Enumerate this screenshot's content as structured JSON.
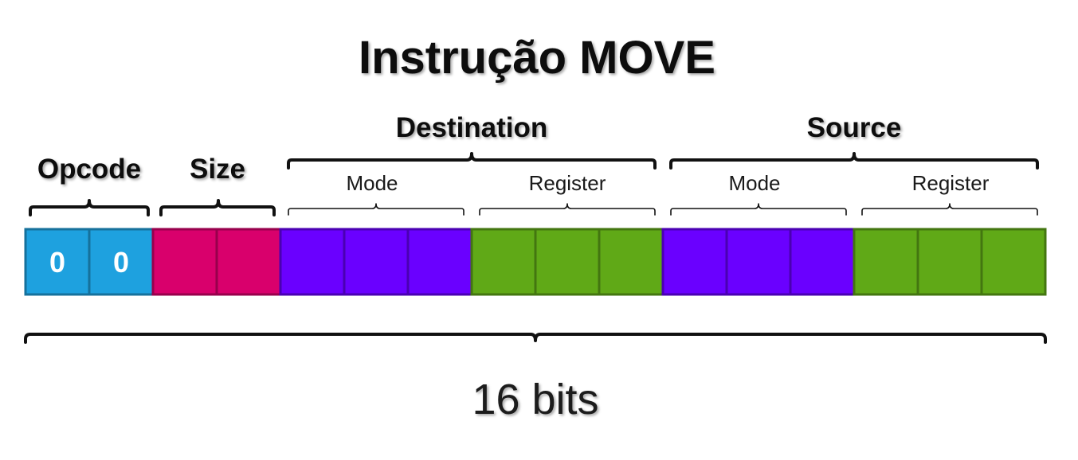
{
  "title": "Instrução MOVE",
  "groups": {
    "opcode": "Opcode",
    "size": "Size",
    "destination": "Destination",
    "source": "Source"
  },
  "subgroups": {
    "destination_mode": "Mode",
    "destination_register": "Register",
    "source_mode": "Mode",
    "source_register": "Register"
  },
  "bits": [
    {
      "field": "opcode",
      "value": "0",
      "color": "#1ea1df"
    },
    {
      "field": "opcode",
      "value": "0",
      "color": "#1ea1df"
    },
    {
      "field": "size",
      "value": "",
      "color": "#d9006c"
    },
    {
      "field": "size",
      "value": "",
      "color": "#d9006c"
    },
    {
      "field": "destination_mode",
      "value": "",
      "color": "#6a00ff"
    },
    {
      "field": "destination_mode",
      "value": "",
      "color": "#6a00ff"
    },
    {
      "field": "destination_mode",
      "value": "",
      "color": "#6a00ff"
    },
    {
      "field": "destination_register",
      "value": "",
      "color": "#60a917"
    },
    {
      "field": "destination_register",
      "value": "",
      "color": "#60a917"
    },
    {
      "field": "destination_register",
      "value": "",
      "color": "#60a917"
    },
    {
      "field": "source_mode",
      "value": "",
      "color": "#6a00ff"
    },
    {
      "field": "source_mode",
      "value": "",
      "color": "#6a00ff"
    },
    {
      "field": "source_mode",
      "value": "",
      "color": "#6a00ff"
    },
    {
      "field": "source_register",
      "value": "",
      "color": "#60a917"
    },
    {
      "field": "source_register",
      "value": "",
      "color": "#60a917"
    },
    {
      "field": "source_register",
      "value": "",
      "color": "#60a917"
    }
  ],
  "total_label": "16 bits",
  "colors": {
    "opcode": "#1ea1df",
    "size": "#d9006c",
    "mode": "#6a00ff",
    "register": "#60a917"
  }
}
